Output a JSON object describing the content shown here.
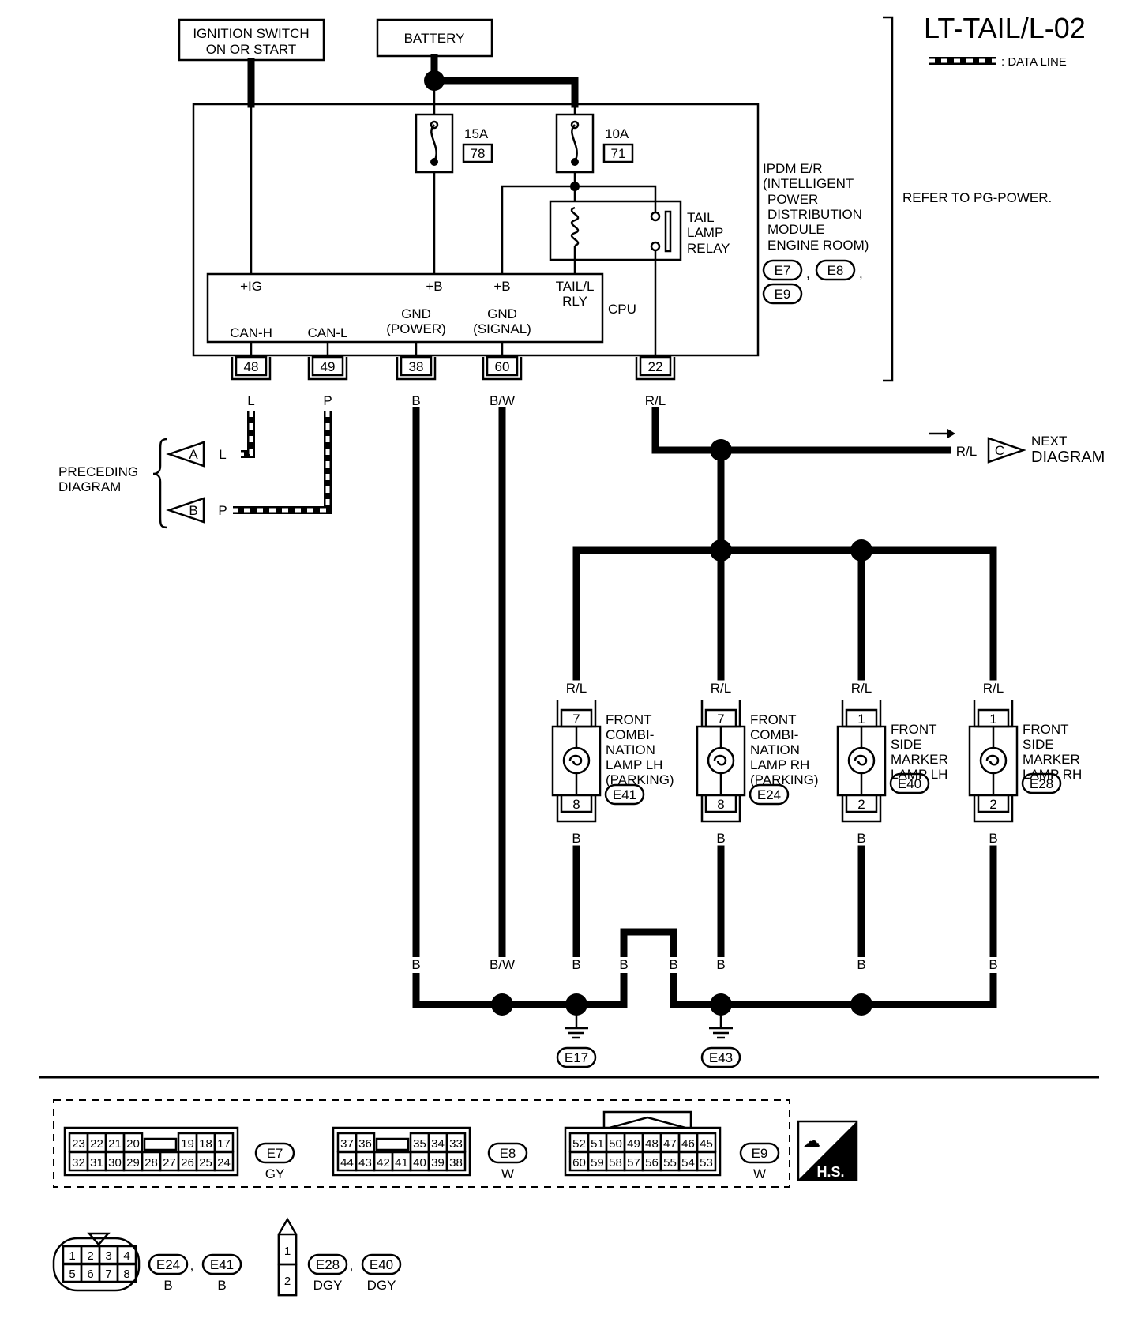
{
  "title": "LT-TAIL/L-02",
  "legend": {
    "data_line": ": DATA LINE"
  },
  "ignition": {
    "line1": "IGNITION SWITCH",
    "line2": "ON OR START"
  },
  "battery": "BATTERY",
  "fuse1": {
    "rating": "15A",
    "number": "78"
  },
  "fuse2": {
    "rating": "10A",
    "number": "71"
  },
  "relay": {
    "line1": "TAIL",
    "line2": "LAMP",
    "line3": "RELAY"
  },
  "ipdm": {
    "lines": [
      "IPDM E/R",
      "(INTELLIGENT",
      "POWER",
      "DISTRIBUTION",
      "MODULE",
      "ENGINE ROOM)"
    ],
    "connectors": [
      "E7",
      "E8",
      "E9"
    ],
    "sep": ","
  },
  "refer": "REFER TO PG-POWER.",
  "cpu": {
    "label": "CPU",
    "ig": "+IG",
    "b1": "+B",
    "b2": "+B",
    "tail_rly1": "TAIL/L",
    "tail_rly2": "RLY",
    "gnd_power1": "GND",
    "gnd_power2": "(POWER)",
    "gnd_signal1": "GND",
    "gnd_signal2": "(SIGNAL)",
    "can_h": "CAN-H",
    "can_l": "CAN-L"
  },
  "pins": {
    "p48": "48",
    "p49": "49",
    "p38": "38",
    "p60": "60",
    "p22": "22"
  },
  "wires": {
    "L": "L",
    "P": "P",
    "B": "B",
    "BW": "B/W",
    "RL": "R/L"
  },
  "preceding": {
    "line1": "PRECEDING",
    "line2": "DIAGRAM",
    "a": "A",
    "b": "B"
  },
  "next": {
    "c": "C",
    "line1": "NEXT",
    "line2": "DIAGRAM"
  },
  "lamps": [
    {
      "lines": [
        "FRONT",
        "COMBI-",
        "NATION",
        "LAMP LH",
        "(PARKING)"
      ],
      "pin_top": "7",
      "pin_bot": "8",
      "conn": "E41"
    },
    {
      "lines": [
        "FRONT",
        "COMBI-",
        "NATION",
        "LAMP RH",
        "(PARKING)"
      ],
      "pin_top": "7",
      "pin_bot": "8",
      "conn": "E24"
    },
    {
      "lines": [
        "FRONT",
        "SIDE",
        "MARKER",
        "LAMP LH"
      ],
      "pin_top": "1",
      "pin_bot": "2",
      "conn": "E40"
    },
    {
      "lines": [
        "FRONT",
        "SIDE",
        "MARKER",
        "LAMP RH"
      ],
      "pin_top": "1",
      "pin_bot": "2",
      "conn": "E28"
    }
  ],
  "grounds": {
    "g1": "E17",
    "g2": "E43"
  },
  "connector_views": {
    "e7": {
      "top": [
        "23",
        "22",
        "21",
        "20",
        "",
        "19",
        "18",
        "17"
      ],
      "bot": [
        "32",
        "31",
        "30",
        "29",
        "28",
        "27",
        "26",
        "25",
        "24"
      ],
      "name": "E7",
      "color": "GY"
    },
    "e8": {
      "top": [
        "37",
        "36",
        "",
        "35",
        "34",
        "33"
      ],
      "bot": [
        "44",
        "43",
        "42",
        "41",
        "40",
        "39",
        "38"
      ],
      "name": "E8",
      "color": "W"
    },
    "e9": {
      "top": [
        "52",
        "51",
        "50",
        "49",
        "48",
        "47",
        "46",
        "45"
      ],
      "bot": [
        "60",
        "59",
        "58",
        "57",
        "56",
        "55",
        "54",
        "53"
      ],
      "name": "E9",
      "color": "W"
    },
    "e24": {
      "top": [
        "1",
        "2",
        "3",
        "4"
      ],
      "bot": [
        "5",
        "6",
        "7",
        "8"
      ],
      "name1": "E24",
      "name2": "E41",
      "color1": "B",
      "color2": "B",
      "sep": ","
    },
    "e28": {
      "pins": [
        "1",
        "2"
      ],
      "name1": "E28",
      "name2": "E40",
      "color1": "DGY",
      "color2": "DGY",
      "sep": ","
    }
  },
  "hs_badge": "H.S."
}
